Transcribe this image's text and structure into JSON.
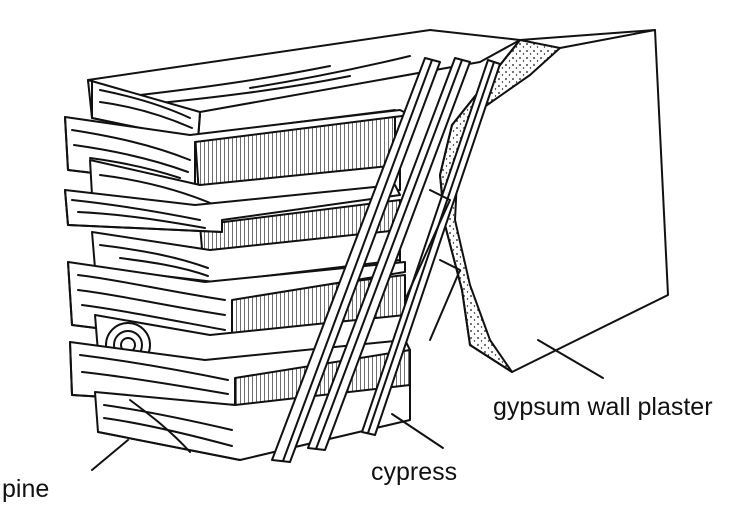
{
  "labels": {
    "pine": "pine",
    "cypress": "cypress",
    "gypsum": "gypsum wall plaster"
  },
  "colors": {
    "ink": "#111111",
    "paper": "#ffffff"
  }
}
